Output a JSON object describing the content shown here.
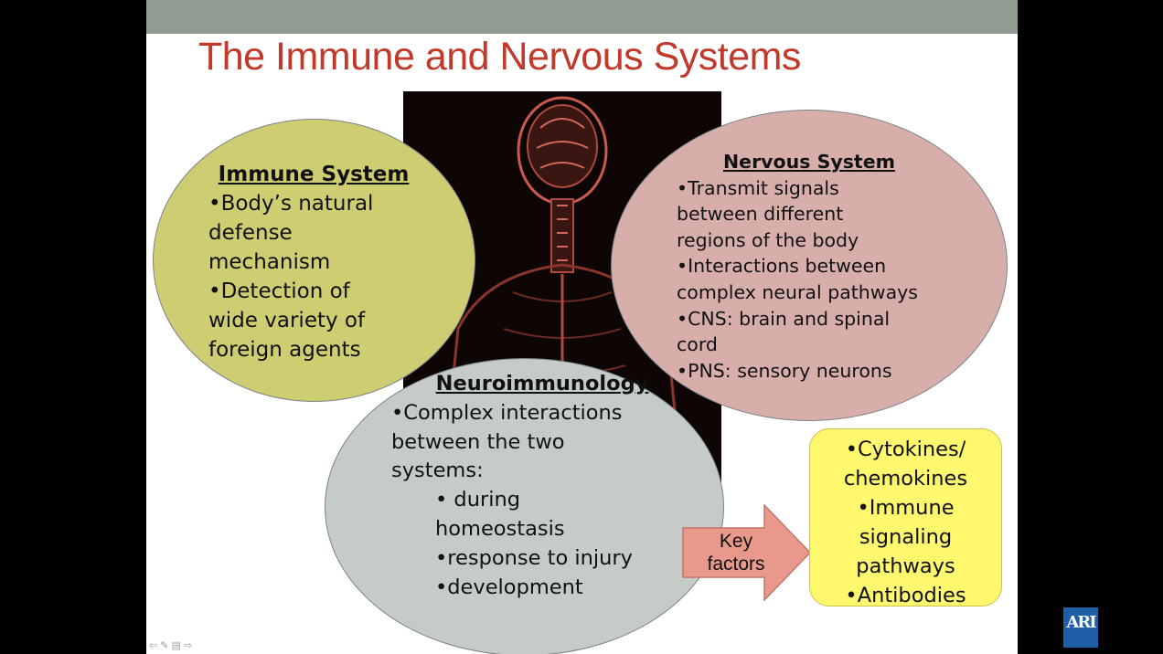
{
  "slide": {
    "title": "The Immune and Nervous Systems"
  },
  "immune": {
    "heading": "Immune  System",
    "lines": [
      "•Body’s natural",
      "defense",
      "mechanism",
      "•Detection of",
      "wide variety of",
      "foreign agents"
    ]
  },
  "nervous": {
    "heading": "Nervous System",
    "lines": [
      "•Transmit signals",
      "between different",
      "regions of the body",
      "•Interactions between",
      "complex neural pathways",
      "•CNS: brain and spinal",
      "cord",
      "•PNS: sensory neurons"
    ]
  },
  "neuro": {
    "heading": "Neuroimmunology",
    "lines": [
      "•Complex interactions",
      "between the two",
      "systems:"
    ],
    "sub": [
      "• during",
      "homeostasis",
      "•response to injury",
      "•development"
    ]
  },
  "arrow": {
    "line1": "Key",
    "line2": "factors"
  },
  "factors": {
    "lines": [
      "•Cytokines/",
      "chemokines",
      "•Immune",
      "signaling",
      "pathways",
      "•Antibodies"
    ]
  },
  "logo": {
    "text": "ARI"
  },
  "colors": {
    "title": "#c0392b",
    "topbar": "#919c93",
    "immune_fill": "#cfcd72",
    "nervous_fill": "#d8aeab",
    "neuro_fill": "#c5ccc8",
    "arrow_fill": "#e9998c",
    "factors_fill": "#fdf86e"
  },
  "icons": [
    "back-arrow-icon",
    "pen-icon",
    "menu-icon",
    "forward-arrow-icon"
  ]
}
